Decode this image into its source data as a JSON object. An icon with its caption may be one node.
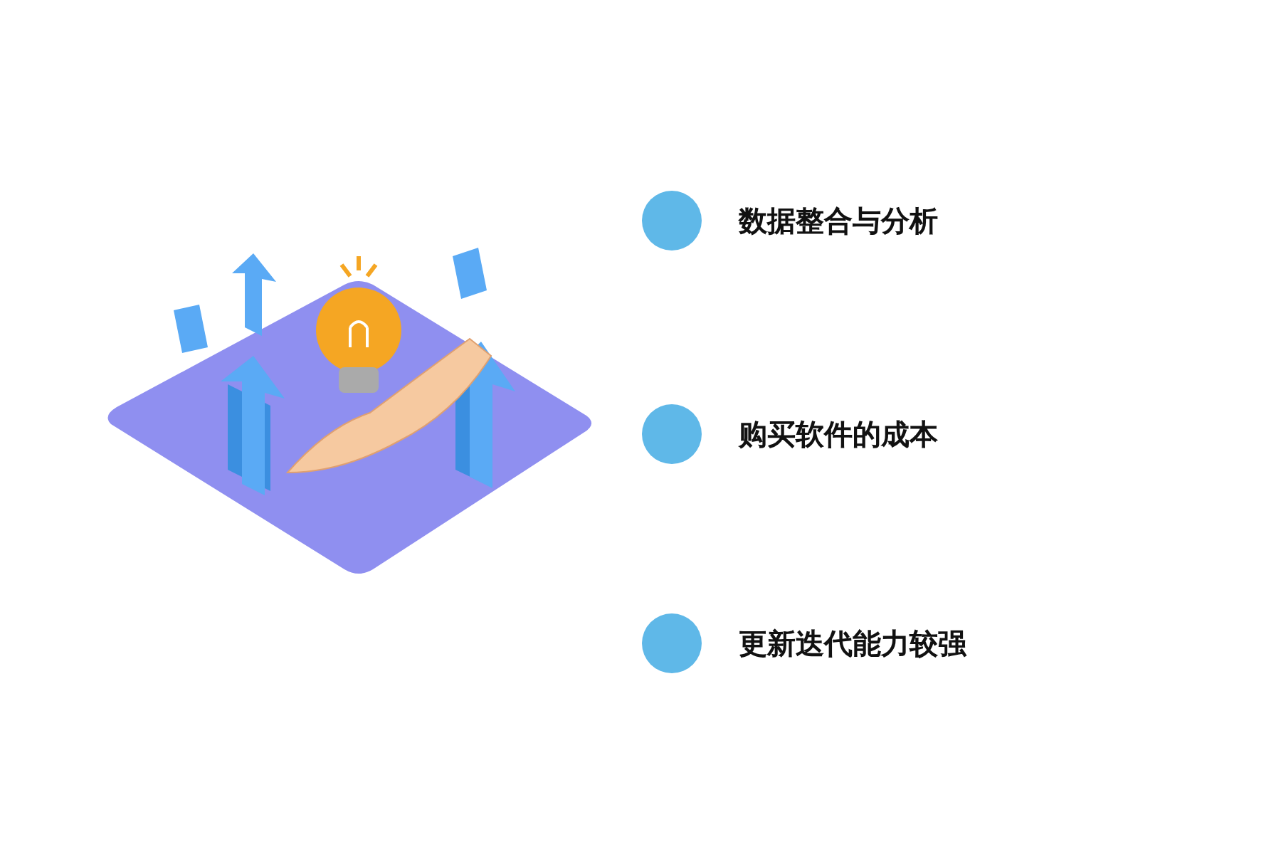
{
  "diagram": {
    "nodes": [
      {
        "text": [],
        "shape": "circle",
        "beside": [
          "数据整合与分析"
        ]
      },
      {
        "text": [],
        "shape": "circle",
        "beside": [
          "购买软件的成本"
        ]
      },
      {
        "text": [],
        "shape": "circle",
        "beside": [
          "更新迭代能力较强"
        ]
      }
    ]
  }
}
